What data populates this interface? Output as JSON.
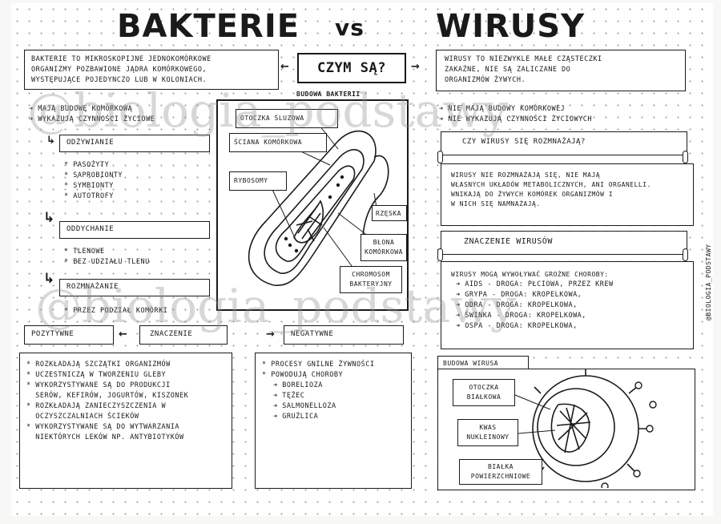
{
  "header": {
    "left_word": "BAKTERIE",
    "vs": "vs",
    "right_word": "WIRUSY",
    "center_question": "CZYM SĄ?"
  },
  "bacteria_def": {
    "lines": [
      "BAKTERIE TO MIKROSKOPIJNE JEDNOKOMÓRKOWE",
      "ORGANIZMY POZBAWIONE JĄDRA KOMÓRKOWEGO,",
      "WYSTĘPUJĄCE POJEDYNCZO LUB W KOLONIACH."
    ]
  },
  "virus_def": {
    "lines": [
      "WIRUSY TO NIEZWYKLE MAŁE CZĄSTECZKI",
      "ZAKAŹNE, NIE SĄ ZALICZANE DO",
      "ORGANIZMÓW ŻYWYCH."
    ]
  },
  "bacteria_features": {
    "intro_lines": [
      "MAJĄ BUDOWĘ KOMÓRKOWĄ",
      "WYKAZUJĄ CZYNNOŚCI ŻYCIOWE"
    ],
    "odzywianie": {
      "title": "ODŻYWIANIE",
      "items": [
        "PASOŻYTY",
        "SAPROBIONTY",
        "SYMBIONTY",
        "AUTOTROFY"
      ]
    },
    "oddychanie": {
      "title": "ODDYCHANIE",
      "items": [
        "TLENOWE",
        "BEZ UDZIAŁU TLENU"
      ]
    },
    "rozmnazanie": {
      "title": "ROZMNAŻANIE",
      "items": [
        "PRZEZ PODZIAŁ KOMÓRKI"
      ]
    }
  },
  "bacteria_structure": {
    "title": "BUDOWA BAKTERII",
    "labels": {
      "otoczka": "OTOCZKA ŚLUZOWA",
      "sciana": "ŚCIANA KOMÓRKOWA",
      "rybosomy": "RYBOSOMY",
      "rzeska": "RZĘSKA",
      "blona": [
        "BŁONA",
        "KOMÓRKOWA"
      ],
      "chromosom": [
        "CHROMOSOM",
        "BAKTERYJNY"
      ]
    }
  },
  "virus_features": {
    "intro_lines": [
      "NIE MAJĄ BUDOWY KOMÓRKOWEJ",
      "NIE WYKAZUJĄ CZYNNOŚCI ŻYCIOWYCH"
    ],
    "reproduce_question": "CZY WIRUSY SIĘ ROZMNAŻAJĄ?",
    "reproduce_answer": [
      "WIRUSY NIE ROZMNAŻAJĄ SIĘ, NIE MAJĄ",
      "WŁASNYCH UKŁADÓW METABOLICZNYCH, ANI ORGANELLI.",
      "WNIKAJĄ DO ŻYWYCH KOMÓREK ORGANIZMÓW I",
      "W NICH SIĘ NAMNAŻAJĄ."
    ]
  },
  "virus_significance": {
    "title": "ZNACZENIE WIRUSÓW",
    "intro": "WIRUSY MOGĄ WYWOŁYWAĆ GROŹNE CHOROBY:",
    "items": [
      "AIDS - DROGA: PŁCIOWA, PRZEZ KREW",
      "GRYPA - DROGA: KROPELKOWA,",
      "ODRA - DROGA: KROPELKOWA,",
      "ŚWINKA - DROGA: KROPELKOWA,",
      "OSPA - DROGA: KROPELKOWA,"
    ]
  },
  "bacteria_significance": {
    "positive_label": "POZYTYWNE",
    "center_label": "ZNACZENIE",
    "negative_label": "NEGATYWNE",
    "positive_items": [
      [
        "ROZKŁADAJĄ SZCZĄTKI ORGANIZMÓW"
      ],
      [
        "UCZESTNICZĄ W TWORZENIU GLEBY"
      ],
      [
        "WYKORZYSTYWANE SĄ DO PRODUKCJI",
        "SERÓW, KEFIRÓW, JOGURTÓW, KISZONEK"
      ],
      [
        "ROZKŁADAJĄ ZANIECZYSZCZENIA W",
        "OCZYSZCZALNIACH ŚCIEKÓW"
      ],
      [
        "WYKORZYSTYWANE SĄ DO WYTWARZANIA",
        "NIEKTÓRYCH LEKÓW NP. ANTYBIOTYKÓW"
      ]
    ],
    "negative_items": [
      "PROCESY GNILNE ŻYWNOŚCI",
      "POWODUJĄ CHOROBY"
    ],
    "diseases": [
      "BORELIOZA",
      "TĘŻEC",
      "SALMONELLOZA",
      "GRUŹLICA"
    ]
  },
  "virus_structure": {
    "title": "BUDOWA WIRUSA",
    "labels": {
      "otoczka": [
        "OTOCZKA",
        "BIAŁKOWA"
      ],
      "kwas": [
        "KWAS",
        "NUKLEINOWY"
      ],
      "bialka": [
        "BIAŁKA",
        "POWIERZCHNIOWE"
      ]
    }
  },
  "side_credit": "@biologia_podstawy",
  "watermark": "@biologia_podstawy"
}
